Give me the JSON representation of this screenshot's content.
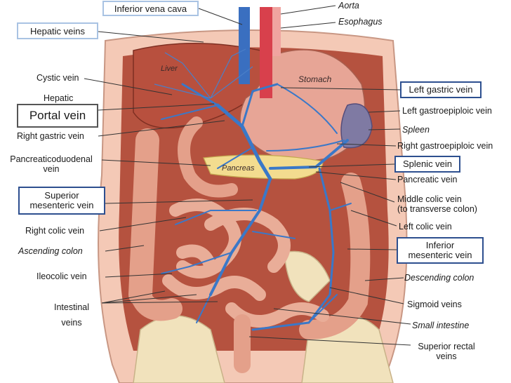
{
  "colors": {
    "vein": "#3a78c8",
    "artery": "#d8404c",
    "organ_red": "#c0503c",
    "intestine": "#e4a08a",
    "bone": "#f1e2bc",
    "pancreas": "#f3dc8f",
    "box_light_border": "#a9c3e3",
    "box_dark_border": "#2d4f8f"
  },
  "boxes": {
    "inferior_vena_cava": "Inferior vena cava",
    "hepatic_veins": "Hepatic veins",
    "portal_vein": "Portal vein",
    "superior_mesenteric_line1": "Superior",
    "superior_mesenteric_line2": "mesenteric vein",
    "left_gastric": "Left gastric vein",
    "splenic": "Splenic vein",
    "inferior_mesenteric_line1": "Inferior",
    "inferior_mesenteric_line2": "mesenteric vein"
  },
  "labels": {
    "aorta": "Aorta",
    "esophagus": "Esophagus",
    "cystic_vein": "Cystic vein",
    "hepatic_partial": "Hepatic",
    "right_gastric": "Right gastric vein",
    "pancreaticoduodenal_line1": "Pancreaticoduodenal",
    "pancreaticoduodenal_line2": "vein",
    "right_colic": "Right colic vein",
    "ascending_colon": "Ascending colon",
    "ileocolic": "Ileocolic vein",
    "intestinal_line1": "Intestinal",
    "intestinal_line2": "veins",
    "left_gastroepiploic": "Left gastroepiploic vein",
    "spleen": "Spleen",
    "right_gastroepiploic": "Right gastroepiploic vein",
    "pancreatic_vein": "Pancreatic vein",
    "middle_colic_line1": "Middle colic vein",
    "middle_colic_line2": "(to transverse colon)",
    "left_colic": "Left colic vein",
    "descending_colon": "Descending colon",
    "sigmoid": "Sigmoid veins",
    "small_intestine": "Small intestine",
    "superior_rectal_line1": "Superior rectal",
    "superior_rectal_line2": "veins"
  },
  "organs": {
    "liver": "Liver",
    "stomach": "Stomach",
    "pancreas": "Pancreas"
  }
}
